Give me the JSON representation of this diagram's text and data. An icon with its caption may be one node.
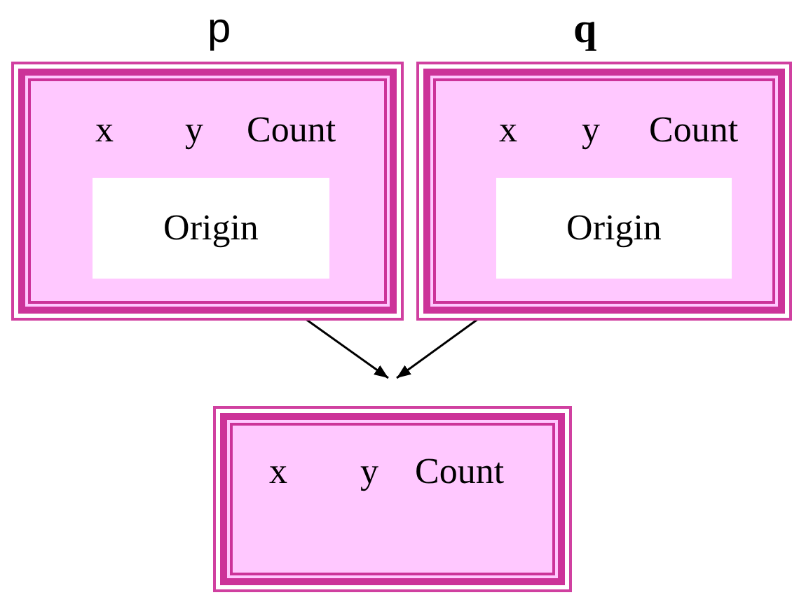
{
  "diagram": {
    "nodes": [
      {
        "text": [
          "p",
          "x",
          "y",
          "Count"
        ]
      },
      {
        "text": [
          "Origin"
        ],
        "in": 0
      },
      {
        "text": [
          "q",
          "x",
          "y",
          "Count"
        ]
      },
      {
        "text": [
          "Origin"
        ],
        "in": 2
      },
      {
        "text": [
          "x",
          "y",
          "Count"
        ]
      }
    ],
    "edges": [
      {
        "from": 1,
        "to": 4,
        "arrow": "to"
      },
      {
        "from": 3,
        "to": 4,
        "arrow": "to"
      }
    ]
  }
}
